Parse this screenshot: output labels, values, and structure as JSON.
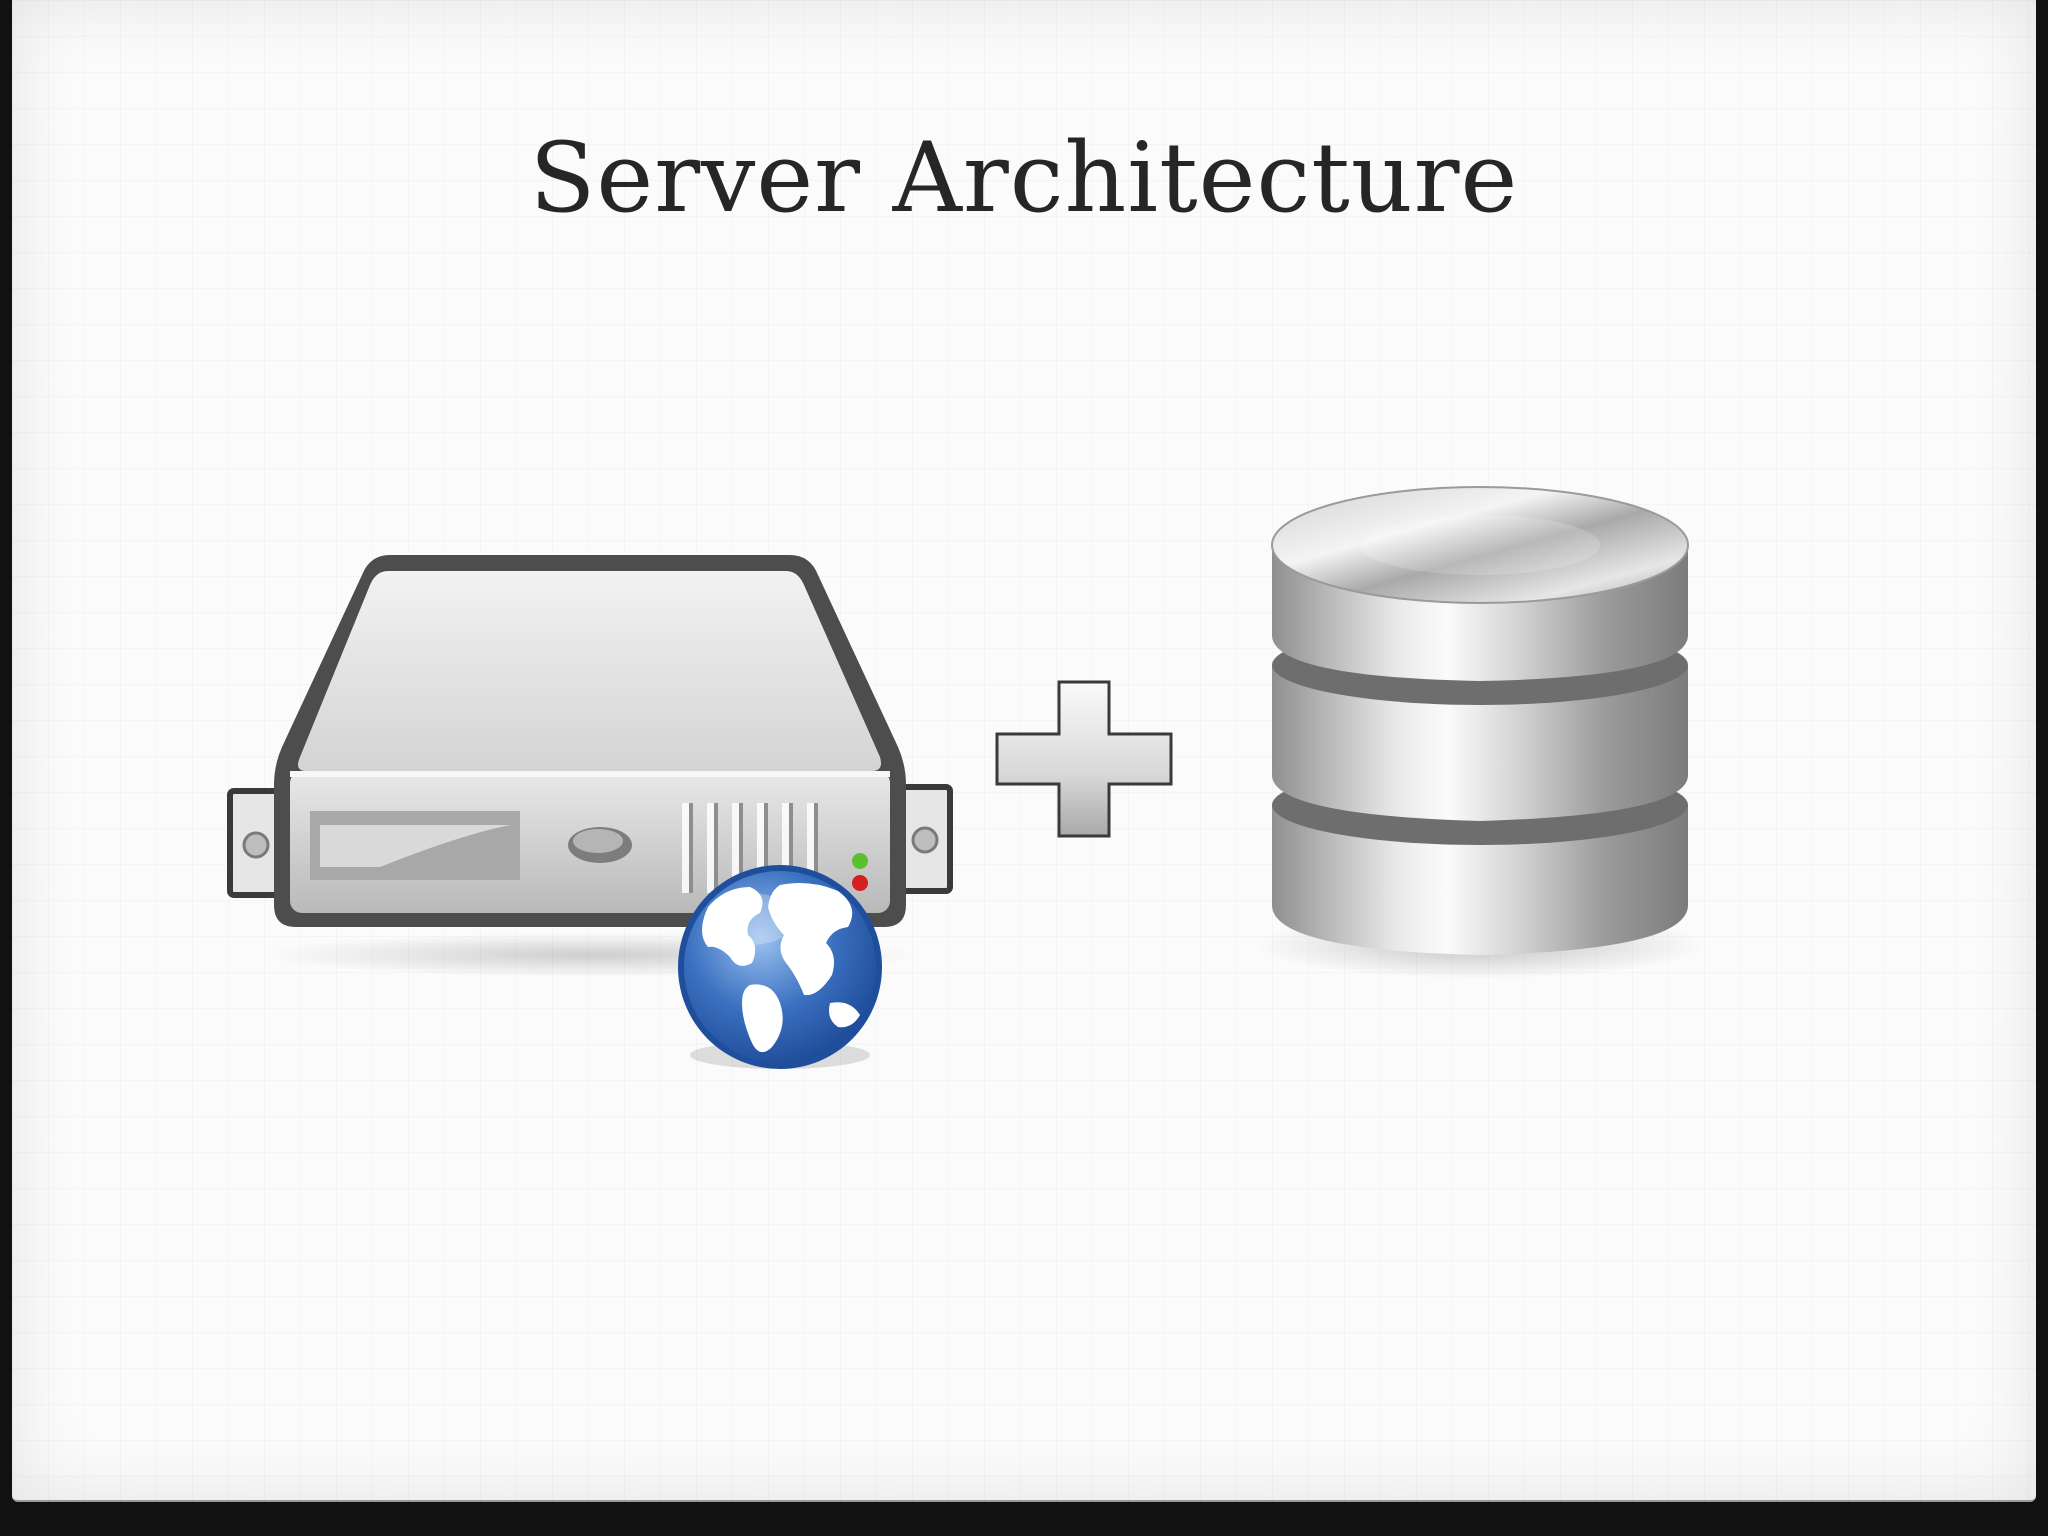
{
  "slide": {
    "title": "Server Architecture"
  },
  "icons": [
    {
      "name": "server-icon",
      "meaning": "web server"
    },
    {
      "name": "globe-icon",
      "meaning": "internet"
    },
    {
      "name": "plus-icon",
      "meaning": "plus"
    },
    {
      "name": "database-icon",
      "meaning": "database"
    }
  ],
  "colors": {
    "background": "#fbfbfb",
    "title": "#262626",
    "globe_blue": "#2f62b0",
    "led_green": "#5ac02f",
    "led_red": "#d42020"
  }
}
